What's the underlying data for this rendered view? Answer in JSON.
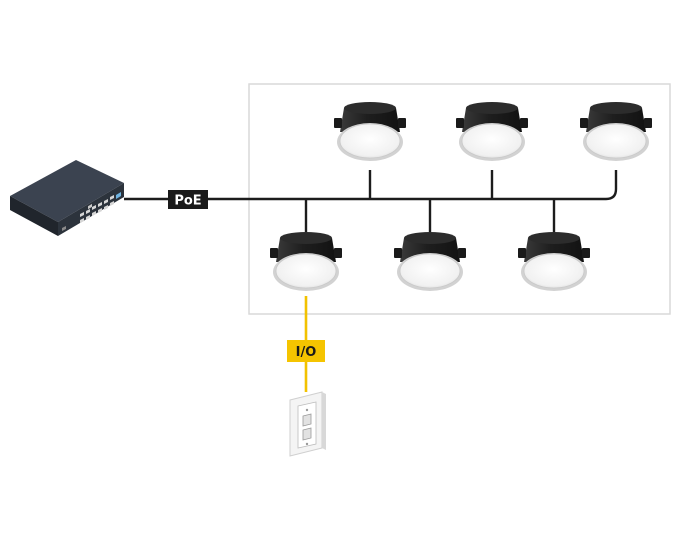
{
  "labels": {
    "poe": "PoE",
    "io": "I/O"
  },
  "colors": {
    "network_line": "#1c1c1c",
    "io_line": "#f2c200",
    "group_border": "#d9d9d9",
    "poe_label_bg": "#1a1a1a",
    "io_label_bg": "#f5c400",
    "switch_body": "#2a3038",
    "speaker_can": "#252525",
    "speaker_grille": "#f1f1f1"
  },
  "devices": {
    "switch_icon": "poe-network-switch-icon",
    "speaker_icon": "ceiling-speaker-icon",
    "io_icon": "wall-io-plate-icon",
    "speaker_count": 6
  }
}
